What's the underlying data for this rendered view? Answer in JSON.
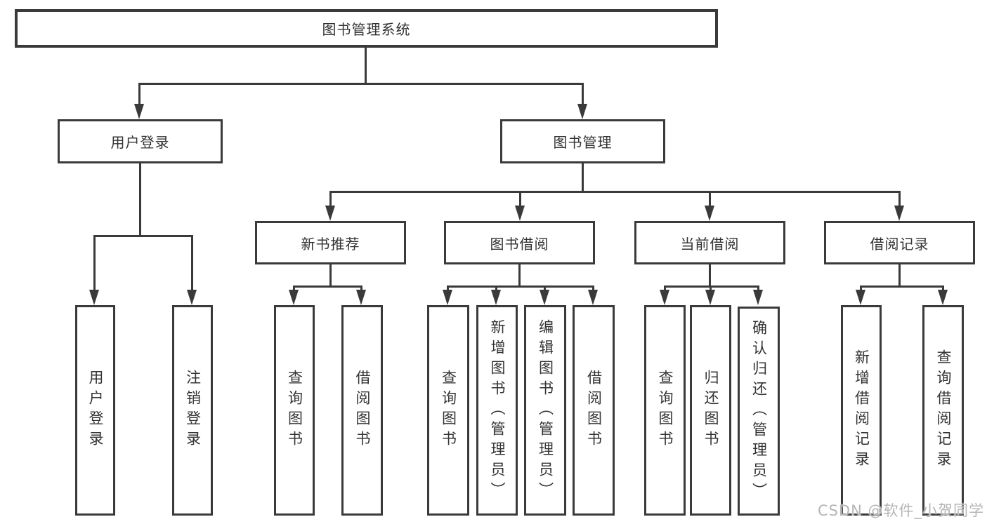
{
  "diagram": {
    "root": {
      "label": "图书管理系统"
    },
    "user_login": {
      "label": "用户登录",
      "children": [
        {
          "label": "用户登录"
        },
        {
          "label": "注销登录"
        }
      ]
    },
    "book_mgmt": {
      "label": "图书管理",
      "children": [
        {
          "label": "新书推荐",
          "children": [
            {
              "label": "查询图书"
            },
            {
              "label": "借阅图书"
            }
          ]
        },
        {
          "label": "图书借阅",
          "children": [
            {
              "label": "查询图书"
            },
            {
              "label": "新增图书（管理员）"
            },
            {
              "label": "编辑图书（管理员）"
            },
            {
              "label": "借阅图书"
            }
          ]
        },
        {
          "label": "当前借阅",
          "children": [
            {
              "label": "查询图书"
            },
            {
              "label": "归还图书"
            },
            {
              "label": "确认归还（管理员）"
            }
          ]
        },
        {
          "label": "借阅记录",
          "children": [
            {
              "label": "新增借阅记录"
            },
            {
              "label": "查询借阅记录"
            }
          ]
        }
      ]
    },
    "watermark": "CSDN @软件_小贺同学"
  },
  "colors": {
    "line": "#3a3a3a",
    "text": "#333333",
    "watermark": "#b5b5b5",
    "background": "#ffffff"
  }
}
